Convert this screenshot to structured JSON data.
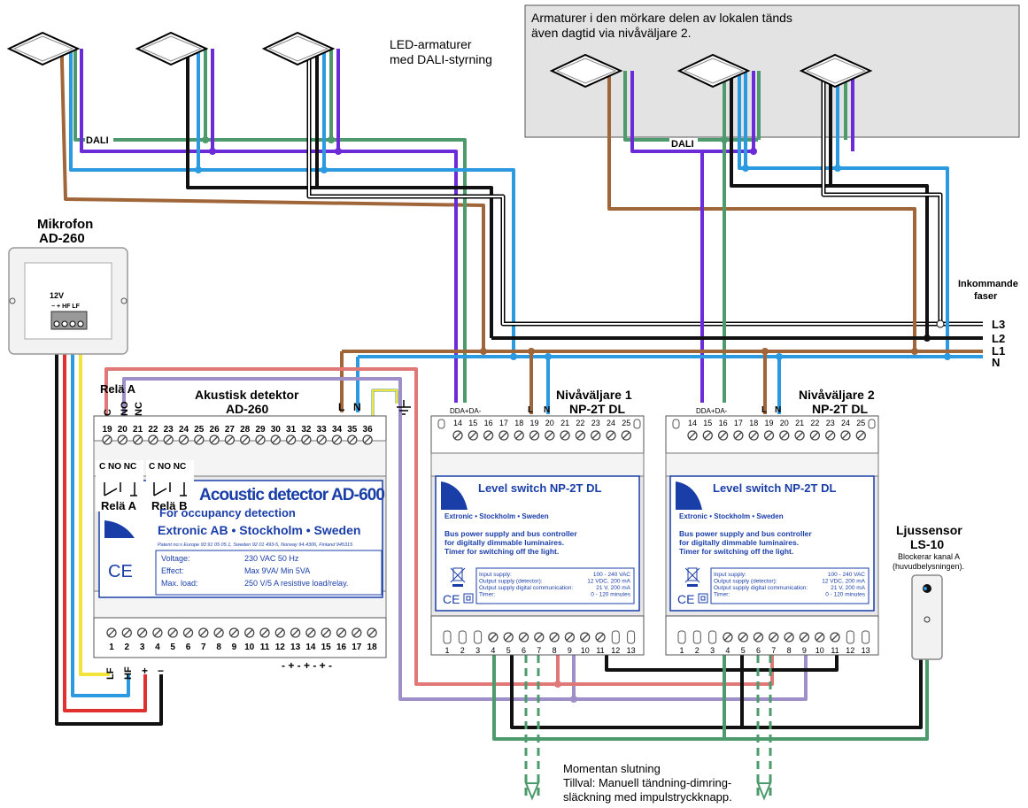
{
  "labels": {
    "led_title_1": "LED-armaturer",
    "led_title_2": "med DALI-styrning",
    "dark_note_1": "Armaturer i den mörkare delen av lokalen tänds",
    "dark_note_2": "även dagtid via nivåväljare 2.",
    "dali": "DALI",
    "incoming_1": "Inkommande",
    "incoming_2": "faser",
    "l3": "L3",
    "l2": "L2",
    "l1": "L1",
    "n": "N",
    "mic_title": "Mikrofon",
    "mic_model": "AD-260",
    "mic_12v": "12V",
    "mic_pins": "− + HF LF",
    "ad_title": "Akustisk detektor",
    "ad_model": "AD-260",
    "rele_a_top": "Relä A",
    "ad_name": "Acoustic detector AD-600",
    "ad_sub": "For occupancy detection",
    "ad_brand": "Extronic AB  •  Stockholm  •  Sweden",
    "ad_patent": "Patent no:s  Europe 93 91 05 05.1, Sweden 92 01 493-5, Norway 94.4306, Finland 945315",
    "ad_spec_k1": "Voltage:",
    "ad_spec_v1": "230 VAC 50 Hz",
    "ad_spec_k2": "Effect:",
    "ad_spec_v2": "Max 9VA/ Min 5VA",
    "ad_spec_k3": "Max. load:",
    "ad_spec_v3": "250 V/5 A resistive load/relay.",
    "relay_a": "Relä A",
    "relay_b": "Relä B",
    "ce": "CE",
    "np1_title": "Nivåväljare 1",
    "np2_title": "Nivåväljare 2",
    "np_model": "NP-2T DL",
    "np_name": "Level switch NP-2T DL",
    "np_brand": "Extronic • Stockholm • Sweden",
    "np_desc_1": "Bus power supply and bus controller",
    "np_desc_2": "for digitally dimmable luminaires.",
    "np_desc_3": "Timer for switching off the light.",
    "np_spec_k1": "Input supply:",
    "np_spec_v1": "100 - 240 VAC",
    "np_spec_k2": "Output supply (detector):",
    "np_spec_v2": "12 VDC, 200 mA",
    "np_spec_k3": "Output supply digital communication:",
    "np_spec_v3": "21 V, 200 mA",
    "np_spec_k4": "Timer:",
    "np_spec_v4": "0 - 120 minutes",
    "dda": "DDA+DA-",
    "ls_title": "Ljussensor",
    "ls_model": "LS-10",
    "ls_note_1": "Blockerar kanal A",
    "ls_note_2": "(huvudbelysningen).",
    "momentary_1": "Momentan slutning",
    "momentary_2": "Tillval: Manuell tändning-dimring-",
    "momentary_3": "släckning med impulstryckknapp.",
    "ad_top_nums": [
      "19",
      "20",
      "21",
      "22",
      "23",
      "24",
      "25",
      "26",
      "27",
      "28",
      "29",
      "30",
      "31",
      "32",
      "33",
      "34",
      "35",
      "36"
    ],
    "ad_bot_nums": [
      "1",
      "2",
      "3",
      "4",
      "5",
      "6",
      "7",
      "8",
      "9",
      "10",
      "11",
      "12",
      "13",
      "14",
      "15",
      "16",
      "17",
      "18"
    ],
    "np_top_nums": [
      "14",
      "15",
      "16",
      "17",
      "18",
      "19",
      "20",
      "21",
      "22",
      "23",
      "24",
      "25"
    ],
    "np_bot_nums": [
      "1",
      "2",
      "3",
      "4",
      "5",
      "6",
      "7",
      "8",
      "9",
      "10",
      "11",
      "12",
      "13"
    ]
  },
  "colors": {
    "brown": "#a0663a",
    "black": "#111111",
    "blue": "#2b9ae0",
    "purple": "#6c2bd9",
    "green": "#4d9a6d",
    "red": "#e03030",
    "pink": "#e07878",
    "lilac": "#9f8fc8",
    "yellow": "#f2e43a",
    "dark_area": "#e3e3e3",
    "brand_blue": "#1a3ea8"
  },
  "icons": [
    "luminaire-icon",
    "microphone-icon",
    "earth-icon",
    "ce-mark-icon",
    "weee-icon",
    "extronic-logo",
    "light-sensor-icon",
    "pushbutton-icon"
  ]
}
